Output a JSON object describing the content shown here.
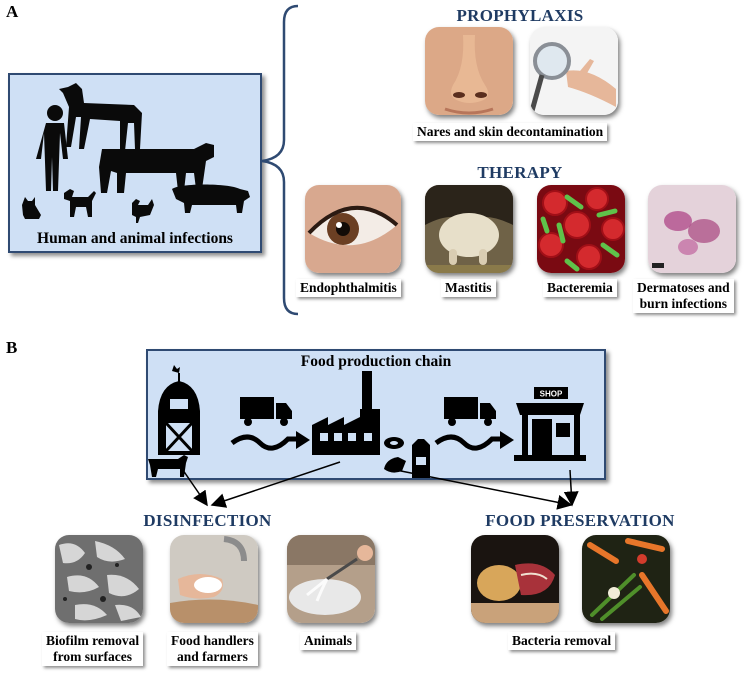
{
  "panel_a": {
    "letter": "A",
    "source_box_label": "Human and animal infections",
    "prophylaxis": {
      "title": "PROPHYLAXIS",
      "caption": "Nares and skin decontamination",
      "images": [
        "nose-photo",
        "hand-magnifier-photo"
      ]
    },
    "therapy": {
      "title": "THERAPY",
      "items": [
        {
          "caption": "Endophthalmitis",
          "image": "eye-photo"
        },
        {
          "caption": "Mastitis",
          "image": "udder-photo"
        },
        {
          "caption": "Bacteremia",
          "image": "blood-cells-bacteria-image"
        },
        {
          "caption_line1": "Dermatoses and",
          "caption_line2": "burn infections",
          "image": "skin-lesion-photo"
        }
      ]
    }
  },
  "panel_b": {
    "letter": "B",
    "chain_title": "Food production chain",
    "shop_sign": "SHOP",
    "disinfection": {
      "title": "DISINFECTION",
      "items": [
        {
          "caption_line1": "Biofilm removal",
          "caption_line2": "from surfaces",
          "image": "biofilm-micrograph"
        },
        {
          "caption_line1": "Food handlers",
          "caption_line2": "and farmers",
          "image": "hand-washing-photo"
        },
        {
          "caption": "Animals",
          "image": "animal-spraying-photo"
        }
      ]
    },
    "food_preservation": {
      "title": "FOOD PRESERVATION",
      "caption": "Bacteria removal",
      "images": [
        "meat-poultry-photo",
        "vegetables-photo"
      ]
    }
  },
  "colors": {
    "box_fill": "#cfe0f5",
    "box_border": "#2f4a72",
    "title_blue": "#1f3b63",
    "bracket": "#2f4a72"
  }
}
